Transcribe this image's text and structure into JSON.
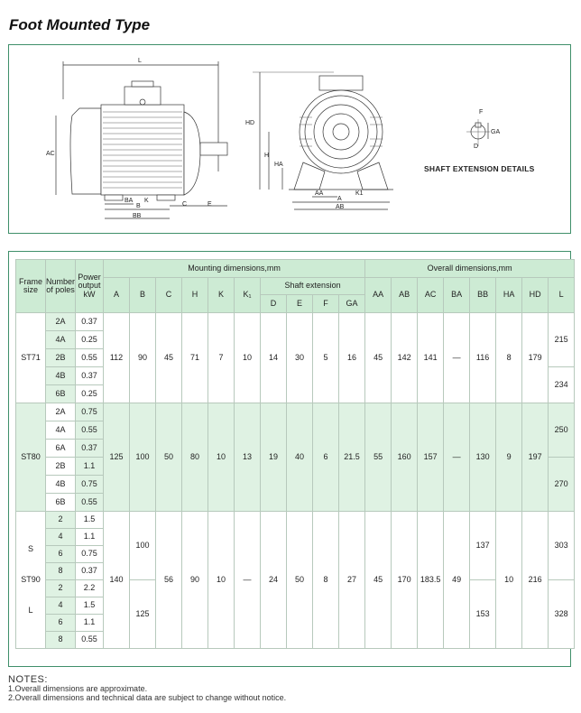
{
  "title": "Foot Mounted Type",
  "drawing": {
    "side_labels": {
      "L": "L",
      "AC": "AC",
      "BA": "BA",
      "K": "K",
      "B": "B",
      "BB": "BB",
      "C": "C",
      "E": "E"
    },
    "front_labels": {
      "HD": "HD",
      "H": "H",
      "HA": "HA",
      "AA": "AA",
      "A": "A",
      "K1": "K1",
      "AB": "AB"
    },
    "shaft_labels": {
      "F": "F",
      "GA": "GA",
      "D": "D"
    },
    "shaft_caption": "SHAFT EXTENSION DETAILS"
  },
  "table": {
    "headers": {
      "frame_size": "Frame size",
      "poles": "Number of poles",
      "power": "Power output kW",
      "mounting": "Mounting dimensions,mm",
      "overall": "Overall dimensions,mm",
      "shaft": "Shaft extension",
      "cols": {
        "A": "A",
        "B": "B",
        "C": "C",
        "H": "H",
        "K": "K",
        "K1": "K₁",
        "D": "D",
        "E": "E",
        "F": "F",
        "GA": "GA",
        "AA": "AA",
        "AB": "AB",
        "AC": "AC",
        "BA": "BA",
        "BB": "BB",
        "HA": "HA",
        "HD": "HD",
        "L": "L"
      }
    },
    "st71": {
      "frame": "ST71",
      "poles": [
        "2A",
        "4A",
        "2B",
        "4B",
        "6B"
      ],
      "power": [
        "0.37",
        "0.25",
        "0.55",
        "0.37",
        "0.25"
      ],
      "A": "112",
      "B": "90",
      "C": "45",
      "H": "71",
      "K": "7",
      "K1": "10",
      "D": "14",
      "E": "30",
      "F": "5",
      "GA": "16",
      "AA": "45",
      "AB": "142",
      "AC": "141",
      "BA": "—",
      "BB": "116",
      "HA": "8",
      "HD": "179",
      "L": [
        "215",
        "234"
      ]
    },
    "st80": {
      "frame": "ST80",
      "poles": [
        "2A",
        "4A",
        "6A",
        "2B",
        "4B",
        "6B"
      ],
      "power": [
        "0.75",
        "0.55",
        "0.37",
        "1.1",
        "0.75",
        "0.55"
      ],
      "A": "125",
      "B": "100",
      "C": "50",
      "H": "80",
      "K": "10",
      "K1": "13",
      "D": "19",
      "E": "40",
      "F": "6",
      "GA": "21.5",
      "AA": "55",
      "AB": "160",
      "AC": "157",
      "BA": "—",
      "BB": "130",
      "HA": "9",
      "HD": "197",
      "L": [
        "250",
        "270"
      ]
    },
    "st90": {
      "frame_s": "S",
      "frame": "ST90",
      "frame_l": "L",
      "poles": [
        "2",
        "4",
        "6",
        "8",
        "2",
        "4",
        "6",
        "8"
      ],
      "power": [
        "1.5",
        "1.1",
        "0.75",
        "0.37",
        "2.2",
        "1.5",
        "1.1",
        "0.55"
      ],
      "A": "140",
      "B": [
        "100",
        "125"
      ],
      "C": "56",
      "H": "90",
      "K": "10",
      "K1": "—",
      "D": "24",
      "E": "50",
      "F": "8",
      "GA": "27",
      "AA": "45",
      "AB": "170",
      "AC": "183.5",
      "BA": "49",
      "BB": [
        "137",
        "153"
      ],
      "HA": "10",
      "HD": "216",
      "L": [
        "303",
        "328"
      ]
    }
  },
  "notes": {
    "title": "NOTES:",
    "items": [
      "1.Overall dimensions are approximate.",
      "2.Overall dimensions and technical data are subject to change without notice."
    ]
  }
}
